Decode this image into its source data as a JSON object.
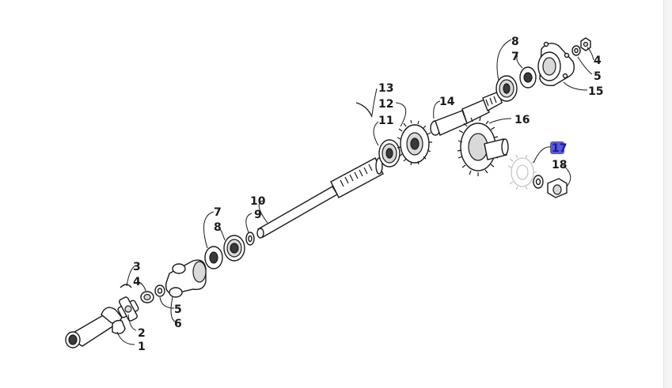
{
  "callouts": [
    {
      "id": "c1",
      "text": "1"
    },
    {
      "id": "c2",
      "text": "2"
    },
    {
      "id": "c3",
      "text": "3"
    },
    {
      "id": "c4a",
      "text": "4"
    },
    {
      "id": "c5a",
      "text": "5"
    },
    {
      "id": "c6",
      "text": "6"
    },
    {
      "id": "c7a",
      "text": "7"
    },
    {
      "id": "c8a",
      "text": "8"
    },
    {
      "id": "c9",
      "text": "9"
    },
    {
      "id": "c10",
      "text": "10"
    },
    {
      "id": "c11",
      "text": "11"
    },
    {
      "id": "c12",
      "text": "12"
    },
    {
      "id": "c13",
      "text": "13"
    },
    {
      "id": "c14",
      "text": "14"
    },
    {
      "id": "c16",
      "text": "16"
    },
    {
      "id": "c17",
      "text": "17"
    },
    {
      "id": "c18",
      "text": "18"
    },
    {
      "id": "c8b",
      "text": "8"
    },
    {
      "id": "c7b",
      "text": "7"
    },
    {
      "id": "c4b",
      "text": "4"
    },
    {
      "id": "c5b",
      "text": "5"
    },
    {
      "id": "c15",
      "text": "15"
    }
  ],
  "highlight": {
    "callout": "17",
    "color": "#2b2bd6"
  }
}
